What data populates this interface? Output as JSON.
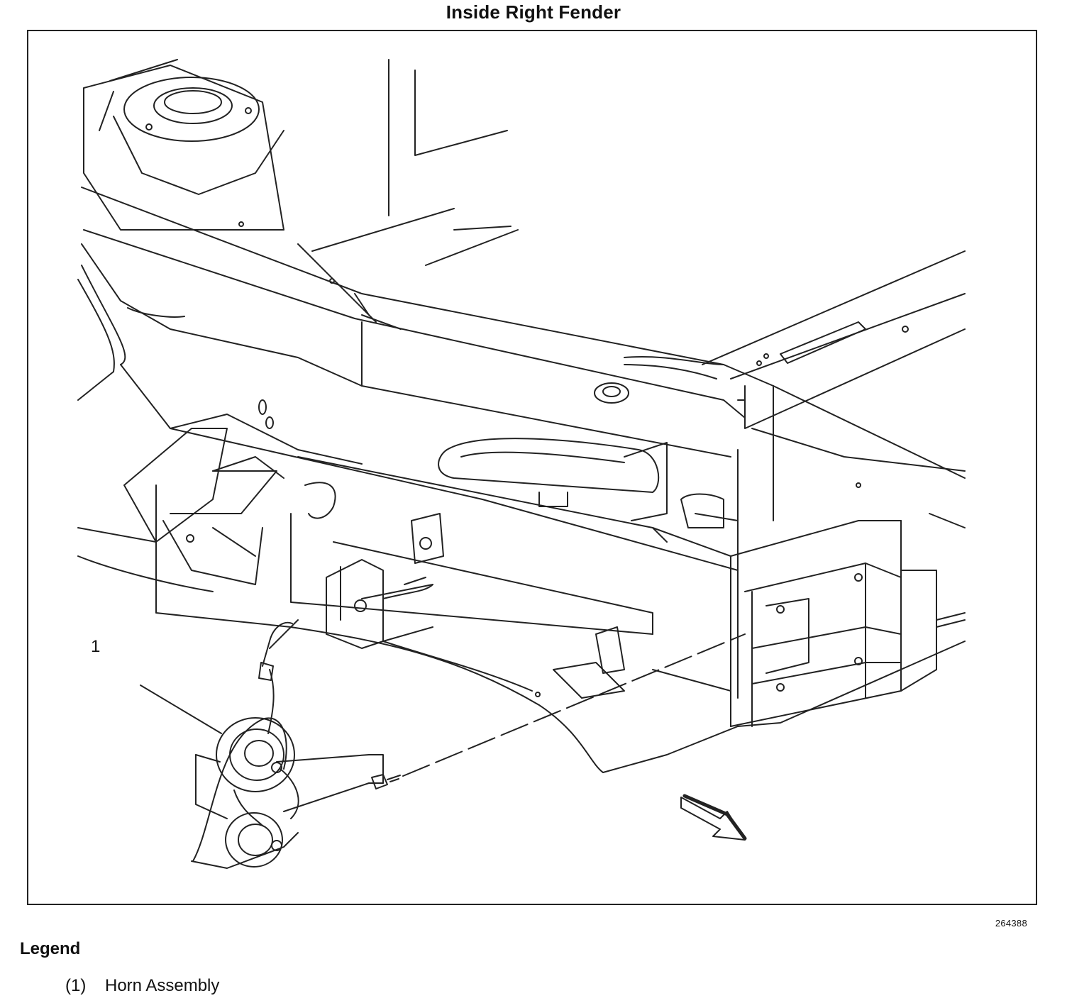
{
  "title": "Inside Right Fender",
  "callout": {
    "number": "1"
  },
  "figure_id": "264388",
  "legend": {
    "heading": "Legend",
    "items": [
      {
        "number": "(1)",
        "label": "Horn Assembly"
      }
    ]
  },
  "colors": {
    "line": "#222222",
    "background": "#ffffff"
  }
}
